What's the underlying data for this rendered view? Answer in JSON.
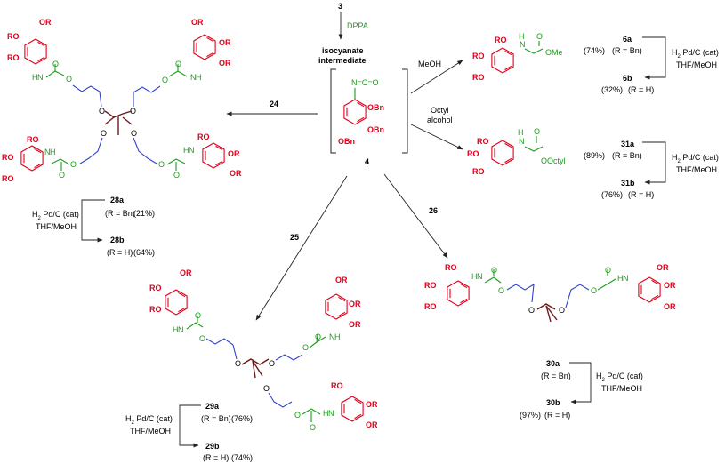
{
  "start": {
    "compound": "3",
    "reagent": "DPPA"
  },
  "intermediate": {
    "title_line1": "isocyanate",
    "title_line2": "intermediate",
    "number": "4",
    "iso_label": "N=C=O",
    "substituent": "OBn"
  },
  "arrows": {
    "to_24": "24",
    "to_25": "25",
    "to_26": "26",
    "methanol": "MeOH",
    "octyl_line1": "Octyl",
    "octyl_line2": "alcohol"
  },
  "substituents": {
    "or": "OR",
    "ro": "RO",
    "h": "H",
    "n": "N",
    "o": "O",
    "ome": "OMe",
    "ooctyl": "OOctyl"
  },
  "conditions": {
    "cat_h2": "H",
    "cat_sub": "2",
    "cat_rest": " Pd/C (cat)",
    "solvent": "THF/MeOH"
  },
  "cmpd_6": {
    "a": "6a",
    "a_yield": "(74%)",
    "a_r": "(R = Bn)",
    "b": "6b",
    "b_yield": "(32%)",
    "b_r": "(R = H)"
  },
  "cmpd_31": {
    "a": "31a",
    "a_yield": "(89%)",
    "a_r": "(R = Bn)",
    "b": "31b",
    "b_yield": "(76%)",
    "b_r": "(R = H)"
  },
  "cmpd_28": {
    "a": "28a",
    "a_yield": "(21%)",
    "a_r": "(R = Bn)",
    "b": "28b",
    "b_yield": "(64%)",
    "b_r": "(R = H)"
  },
  "cmpd_29": {
    "a": "29a",
    "a_yield": "(76%)",
    "a_r": "(R = Bn)",
    "b": "29b",
    "b_yield": "(74%)",
    "b_r": "(R = H)"
  },
  "cmpd_30": {
    "a": "30a",
    "a_yield": "",
    "a_r": "(R = Bn)",
    "b": "30b",
    "b_yield": "(97%)",
    "b_r": "(R = H)"
  },
  "colors": {
    "aryl": "#e0001b",
    "carbamate": "#1a9e1a",
    "linker": "#3344cc",
    "core": "#6b1a1a"
  }
}
